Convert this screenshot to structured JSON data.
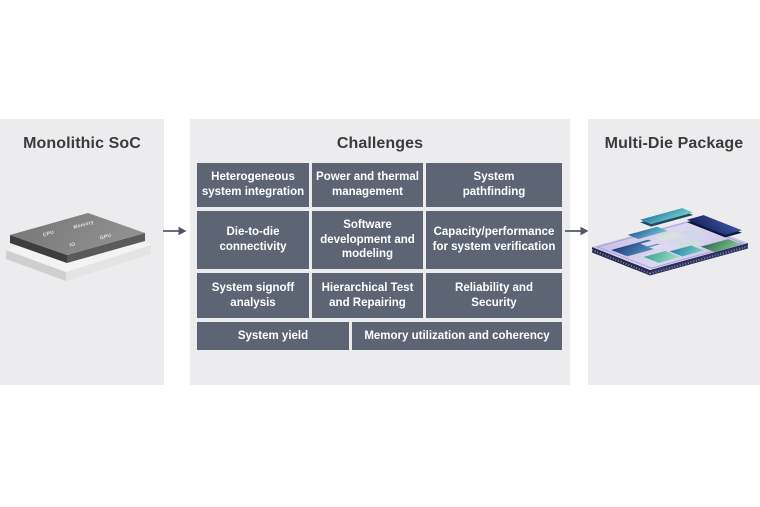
{
  "left": {
    "title": "Monolithic SoC",
    "chip_labels": {
      "cpu": "CPU",
      "memory": "Memory",
      "io": "IO",
      "gpu": "GPU"
    }
  },
  "center": {
    "title": "Challenges",
    "items": [
      "Heterogeneous\nsystem integration",
      "Power and thermal\nmanagement",
      "System\npathfinding",
      "Die-to-die\nconnectivity",
      "Software\ndevelopment and\nmodeling",
      "Capacity/performance\nfor system verification",
      "System signoff\nanalysis",
      "Hierarchical Test\nand Repairing",
      "Reliability and\nSecurity",
      "System yield",
      "Memory utilization and coherency"
    ]
  },
  "right": {
    "title": "Multi-Die Package"
  },
  "colors": {
    "background": "#ffffff",
    "panel": "#ececee",
    "box": "#5d6574",
    "box_text": "#ffffff",
    "title": "#3b3b3b",
    "arrow": "#4e5565",
    "substrate": "#cdc6e9",
    "die_navy": "#1f2a66",
    "die_blue": "#3f7fbc",
    "die_teal": "#56c0b0",
    "die_green": "#4e9d6f"
  }
}
